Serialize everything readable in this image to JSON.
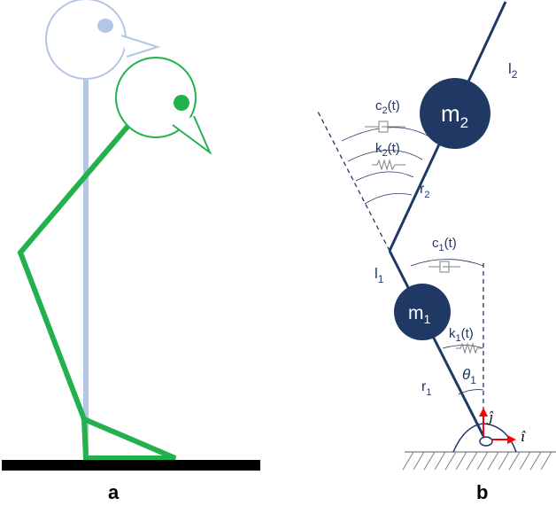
{
  "panels": {
    "a": {
      "letter": "a",
      "colors": {
        "upright": "#b4c6e7",
        "bent": "#22b14c",
        "ground": "#000000"
      }
    },
    "b": {
      "letter": "b",
      "colors": {
        "link": "#1f3864",
        "mass": "#1f3864",
        "spring": "#7f7f7f",
        "axis": "#ff0000"
      },
      "masses": [
        {
          "base": "m",
          "sub": "2"
        },
        {
          "base": "m",
          "sub": "1"
        }
      ],
      "labels": {
        "l2": {
          "base": "l",
          "sub": "2"
        },
        "l1": {
          "base": "l",
          "sub": "1"
        },
        "r2": {
          "base": "r",
          "sub": "2"
        },
        "r1": {
          "base": "r",
          "sub": "1"
        },
        "c2": {
          "base": "c",
          "sub": "2",
          "post": "(t)"
        },
        "k2": {
          "base": "k",
          "sub": "2",
          "post": "(t)"
        },
        "c1": {
          "base": "c",
          "sub": "1",
          "post": "(t)"
        },
        "k1": {
          "base": "k",
          "sub": "1",
          "post": "(t)"
        },
        "theta1": {
          "base": "θ",
          "sub": "1"
        }
      },
      "axes": {
        "j": "ĵ",
        "i": "î"
      }
    }
  }
}
